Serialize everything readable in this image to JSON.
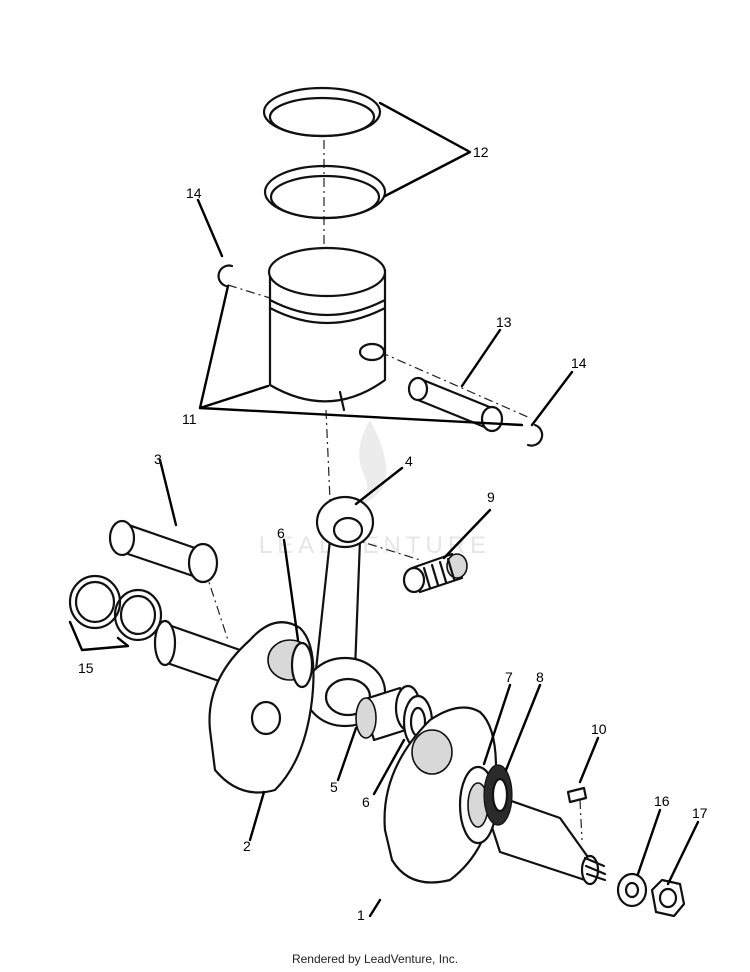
{
  "watermark": "LEADVENTURE",
  "footer": "Rendered by LeadVenture, Inc.",
  "callouts": {
    "c1": "1",
    "c2": "2",
    "c3": "3",
    "c4": "4",
    "c5": "5",
    "c6a": "6",
    "c6b": "6",
    "c7": "7",
    "c8": "8",
    "c9": "9",
    "c10": "10",
    "c11": "11",
    "c12": "12",
    "c13": "13",
    "c14a": "14",
    "c14b": "14",
    "c15": "15",
    "c16": "16",
    "c17": "17"
  }
}
